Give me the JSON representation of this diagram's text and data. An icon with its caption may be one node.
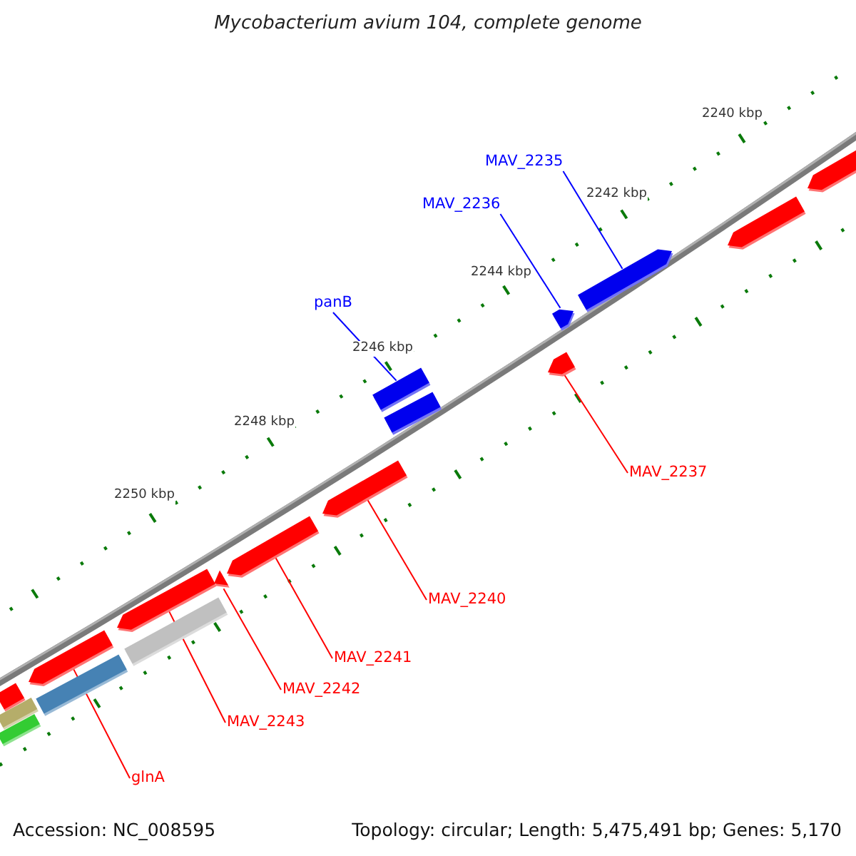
{
  "diagram": {
    "title": "Mycobacterium avium 104, complete genome",
    "nodes": [
      {
        "text": [
          "MAV_2235"
        ]
      },
      {
        "text": [
          "MAV_2236"
        ]
      },
      {
        "text": [
          "panB"
        ]
      },
      {
        "text": [
          "MAV_2237"
        ]
      },
      {
        "text": [
          "MAV_2240"
        ]
      },
      {
        "text": [
          "MAV_2241"
        ]
      },
      {
        "text": [
          "MAV_2242"
        ]
      },
      {
        "text": [
          "MAV_2243"
        ]
      },
      {
        "text": [
          "glnA"
        ]
      },
      {
        "text": [],
        "shape": "bar"
      },
      {
        "text": [],
        "shape": "bar"
      },
      {
        "text": [],
        "shape": "bar"
      },
      {
        "text": [],
        "shape": "arrow"
      },
      {
        "text": [],
        "shape": "bar"
      },
      {
        "text": [],
        "shape": "arrow"
      },
      {
        "text": [],
        "shape": "bar"
      },
      {
        "text": [],
        "shape": "arrow"
      },
      {
        "text": [],
        "shape": "arrow"
      },
      {
        "text": [],
        "shape": "arrow"
      },
      {
        "text": [],
        "shape": "bar"
      },
      {
        "text": [],
        "shape": "bar"
      },
      {
        "text": [],
        "shape": "arrow"
      },
      {
        "text": [],
        "shape": "arrow"
      },
      {
        "text": [],
        "shape": "arrow"
      },
      {
        "text": [],
        "shape": "arrow"
      },
      {
        "text": [],
        "shape": "arrow"
      }
    ],
    "edges": [
      {
        "from": 0,
        "to": 23,
        "arrow": "none",
        "color": "#0000ff"
      },
      {
        "from": 1,
        "to": 22,
        "arrow": "none",
        "color": "#0000ff"
      },
      {
        "from": 2,
        "to": 19,
        "arrow": "none",
        "color": "#0000ff"
      },
      {
        "from": 3,
        "to": 21,
        "arrow": "none"
      },
      {
        "from": 4,
        "to": 18,
        "arrow": "none"
      },
      {
        "from": 5,
        "to": 17,
        "arrow": "none"
      },
      {
        "from": 6,
        "to": 16,
        "arrow": "none"
      },
      {
        "from": 7,
        "to": 14,
        "arrow": "none"
      },
      {
        "from": 8,
        "to": 12,
        "arrow": "none"
      }
    ],
    "labels": [
      "2240 kbp",
      "2242 kbp",
      "2244 kbp",
      "2246 kbp",
      "2248 kbp",
      "2250 kbp",
      "Accession: NC_008595",
      "Topology: circular; Length: 5,475,491 bp; Genes: 5,170"
    ]
  }
}
